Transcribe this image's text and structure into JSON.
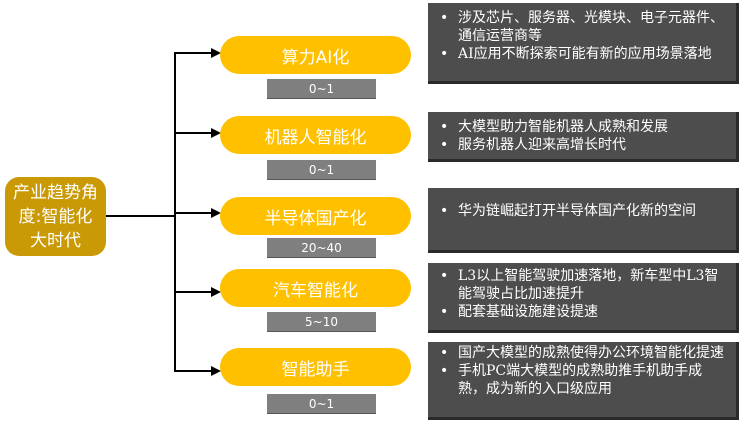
{
  "root": {
    "lines": [
      "产业趋势角",
      "度:智能化",
      "大时代"
    ]
  },
  "branches": [
    {
      "label": "算力AI化",
      "range": "0~1",
      "points": [
        "涉及芯片、服务器、光模块、电子元器件、通信运营商等",
        "AI应用不断探索可能有新的应用场景落地"
      ]
    },
    {
      "label": "机器人智能化",
      "range": "0~1",
      "points": [
        "大模型助力智能机器人成熟和发展",
        "服务机器人迎来高增长时代"
      ]
    },
    {
      "label": "半导体国产化",
      "range": "20~40",
      "points": [
        "华为链崛起打开半导体国产化新的空间"
      ]
    },
    {
      "label": "汽车智能化",
      "range": "5~10",
      "points": [
        "L3以上智能驾驶加速落地，新车型中L3智能驾驶占比加速提升",
        "配套基础设施建设提速"
      ]
    },
    {
      "label": "智能助手",
      "range": "0~1",
      "points": [
        "国产大模型的成熟使得办公环境智能化提速",
        "手机PC端大模型的成熟助推手机助手成熟，成为新的入口级应用"
      ]
    }
  ],
  "bullet_char": "•",
  "colors": {
    "root": "#c99a06",
    "pill": "#ffc000",
    "range": "#7f7f7f",
    "desc": "#4d4d4d"
  }
}
